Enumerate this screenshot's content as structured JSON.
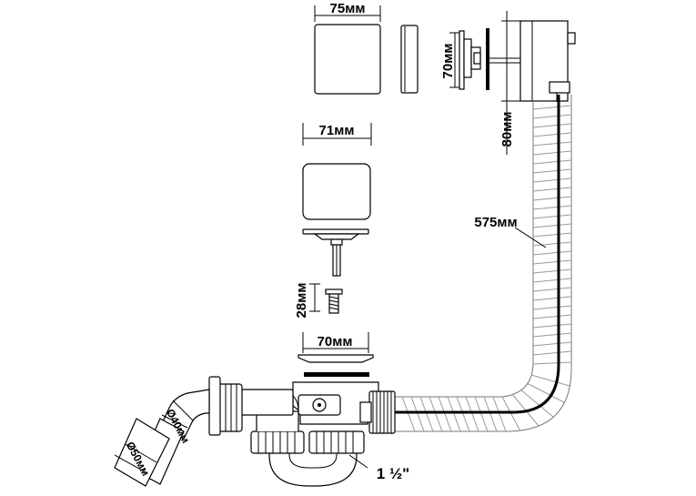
{
  "dimensions": {
    "overflow_cover_width": "75мм",
    "overflow_height": "70мм",
    "overflow_depth": "80мм",
    "cable_length": "575мм",
    "plug_width": "71мм",
    "plug_stem": "28мм",
    "drain_flange": "70мм",
    "outlet_inner": "Ø40мм",
    "outlet_outer": "Ø50мм",
    "thread_size": "1 ½\""
  },
  "colors": {
    "line": "#000000",
    "hose": "#777777",
    "fill": "#ffffff"
  }
}
